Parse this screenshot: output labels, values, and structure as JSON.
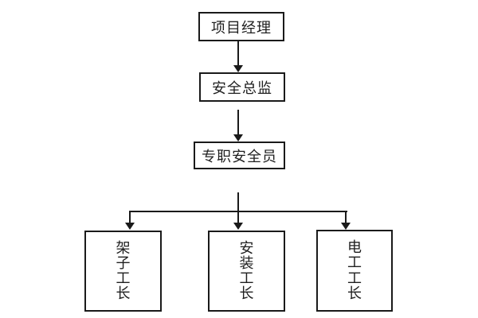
{
  "flowchart": {
    "type": "org-flowchart",
    "direction": "top-down",
    "top_chain": [
      {
        "id": "project-manager",
        "label": "项目经理"
      },
      {
        "id": "safety-director",
        "label": "安全总监"
      },
      {
        "id": "safety-officer",
        "label": "专职安全员"
      }
    ],
    "bottom_row": [
      {
        "id": "scaffolding-foreman",
        "label": "架子工长"
      },
      {
        "id": "installation-foreman",
        "label": "安装工长"
      },
      {
        "id": "electrician-foreman",
        "label": "电工工长"
      }
    ],
    "edges": [
      {
        "from": "项目经理",
        "to": "安全总监"
      },
      {
        "from": "安全总监",
        "to": "专职安全员"
      },
      {
        "from": "专职安全员",
        "to": "架子工长"
      },
      {
        "from": "专职安全员",
        "to": "安装工长"
      },
      {
        "from": "专职安全员",
        "to": "电工工长"
      }
    ]
  },
  "colors": {
    "background": "#ffffff",
    "line": "#1a1a1a",
    "text": "#1f1f1f"
  }
}
